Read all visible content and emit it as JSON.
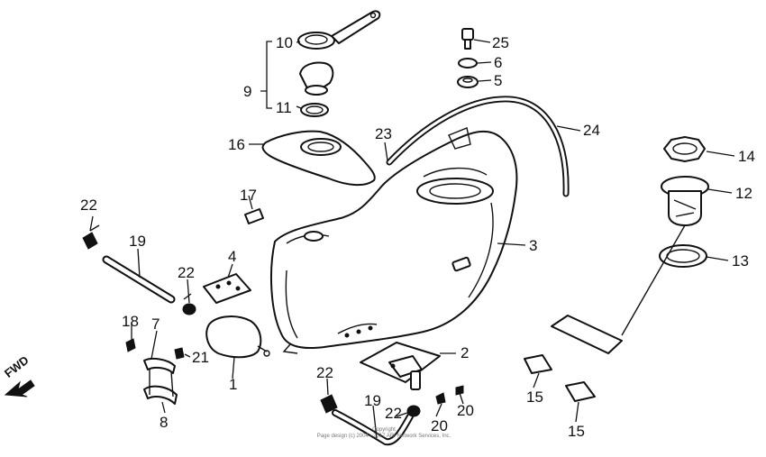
{
  "diagram": {
    "fwd_label": "FWD",
    "copyright_lines": [
      "Copyright",
      "Page design (c) 2004 - 2017 ARI Network Services, Inc."
    ],
    "callouts": [
      {
        "id": "c1",
        "text": "1"
      },
      {
        "id": "c2",
        "text": "2"
      },
      {
        "id": "c3",
        "text": "3"
      },
      {
        "id": "c4",
        "text": "4"
      },
      {
        "id": "c5",
        "text": "5"
      },
      {
        "id": "c6",
        "text": "6"
      },
      {
        "id": "c7",
        "text": "7"
      },
      {
        "id": "c8",
        "text": "8"
      },
      {
        "id": "c9",
        "text": "9"
      },
      {
        "id": "c10",
        "text": "10"
      },
      {
        "id": "c11",
        "text": "11"
      },
      {
        "id": "c12",
        "text": "12"
      },
      {
        "id": "c13",
        "text": "13"
      },
      {
        "id": "c14",
        "text": "14"
      },
      {
        "id": "c15a",
        "text": "15"
      },
      {
        "id": "c15b",
        "text": "15"
      },
      {
        "id": "c16",
        "text": "16"
      },
      {
        "id": "c17",
        "text": "17"
      },
      {
        "id": "c18",
        "text": "18"
      },
      {
        "id": "c19a",
        "text": "19"
      },
      {
        "id": "c19b",
        "text": "19"
      },
      {
        "id": "c20a",
        "text": "20"
      },
      {
        "id": "c20b",
        "text": "20"
      },
      {
        "id": "c21",
        "text": "21"
      },
      {
        "id": "c22a",
        "text": "22"
      },
      {
        "id": "c22b",
        "text": "22"
      },
      {
        "id": "c22c",
        "text": "22"
      },
      {
        "id": "c22d",
        "text": "22"
      },
      {
        "id": "c23",
        "text": "23"
      },
      {
        "id": "c24",
        "text": "24"
      },
      {
        "id": "c25",
        "text": "25"
      }
    ]
  }
}
